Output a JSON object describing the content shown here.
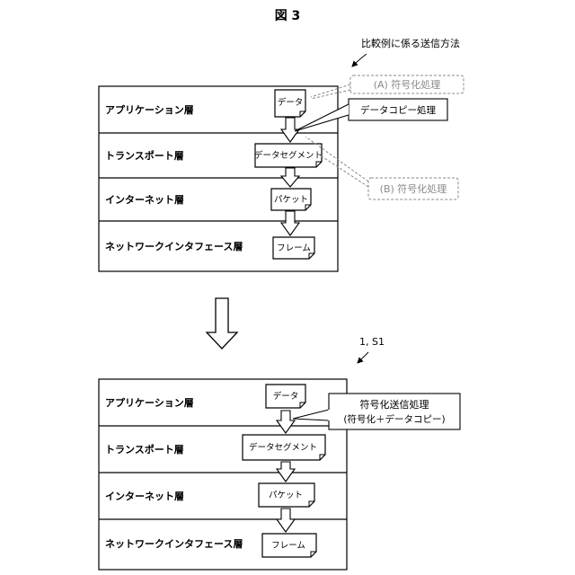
{
  "figure_title": "図 3",
  "top_diagram": {
    "caption": "比較例に係る送信方法",
    "layers": [
      "アプリケーション層",
      "トランスポート層",
      "インターネット層",
      "ネットワークインタフェース層"
    ],
    "units": [
      "データ",
      "データセグメント",
      "パケット",
      "フレーム"
    ],
    "callout_a": "(A) 符号化処理",
    "callout_copy": "データコピー処理",
    "callout_b": "(B) 符号化処理"
  },
  "bottom_diagram": {
    "reference": "1, S1",
    "layers": [
      "アプリケーション層",
      "トランスポート層",
      "インターネット層",
      "ネットワークインタフェース層"
    ],
    "units": [
      "データ",
      "データセグメント",
      "パケット",
      "フレーム"
    ],
    "callout_line1": "符号化送信処理",
    "callout_line2": "(符号化＋データコピー)"
  },
  "colors": {
    "line": "#000000",
    "dashed": "#8a8a8a"
  }
}
